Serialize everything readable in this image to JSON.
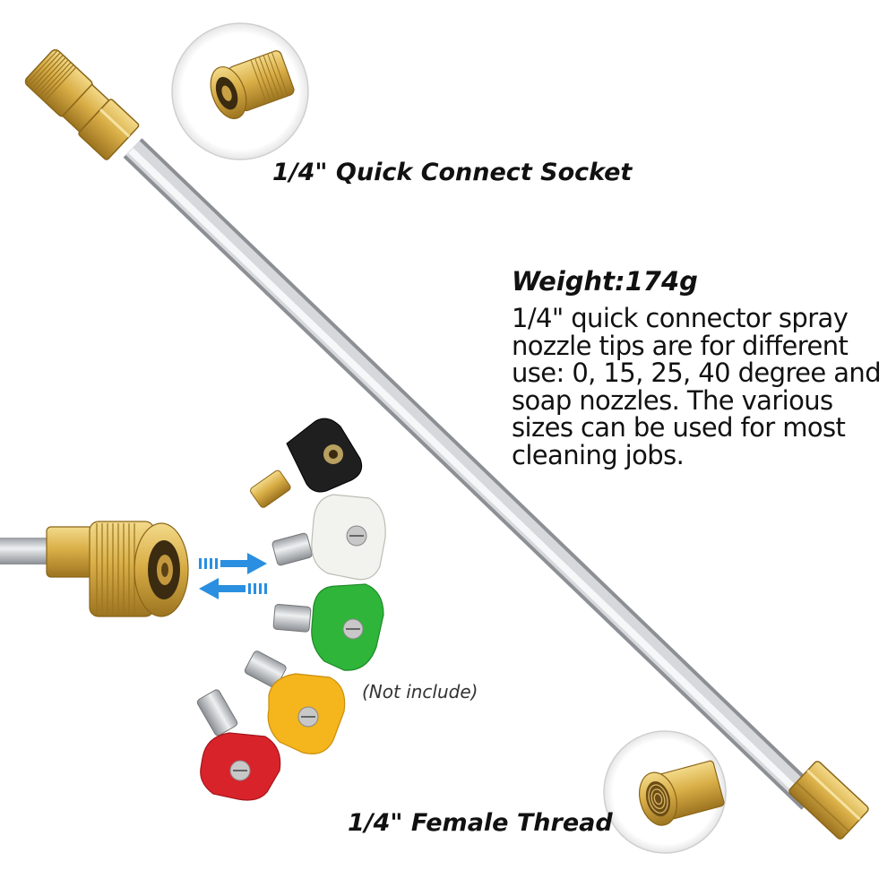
{
  "labels": {
    "top": "1/4\" Quick Connect Socket",
    "bottom": "1/4\" Female Thread",
    "weight": "Weight:174g",
    "not_include": "(Not include)"
  },
  "description_lines": [
    "1/4\" quick connector spray",
    "nozzle tips are for different",
    "use: 0, 15, 25, 40 degree and",
    "soap nozzles. The various",
    "sizes can be used for most",
    "cleaning jobs."
  ],
  "colors": {
    "brass": "#d9b24a",
    "steel": "#c9ccd0",
    "arrow": "#2a8fe0",
    "nozzle_black": "#1f1f1f",
    "nozzle_white": "#f2f2ee",
    "nozzle_green": "#2fb53a",
    "nozzle_yellow": "#f5b51c",
    "nozzle_red": "#d9232a"
  }
}
